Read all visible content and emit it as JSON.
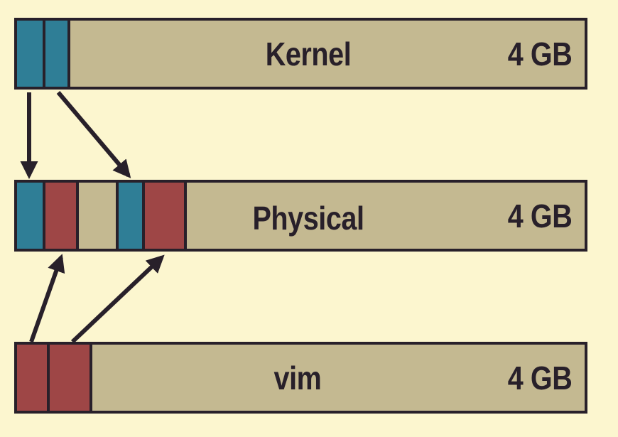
{
  "colors": {
    "background": "#fcf6cf",
    "bar_fill": "#c4b991",
    "kernel_page": "#2f7e96",
    "vim_page": "#9e4646",
    "outline": "#28202a"
  },
  "bars": {
    "kernel": {
      "name": "Kernel",
      "size": "4 GB"
    },
    "physical": {
      "name": "Physical",
      "size": "4 GB"
    },
    "vim": {
      "name": "vim",
      "size": "4 GB"
    }
  }
}
